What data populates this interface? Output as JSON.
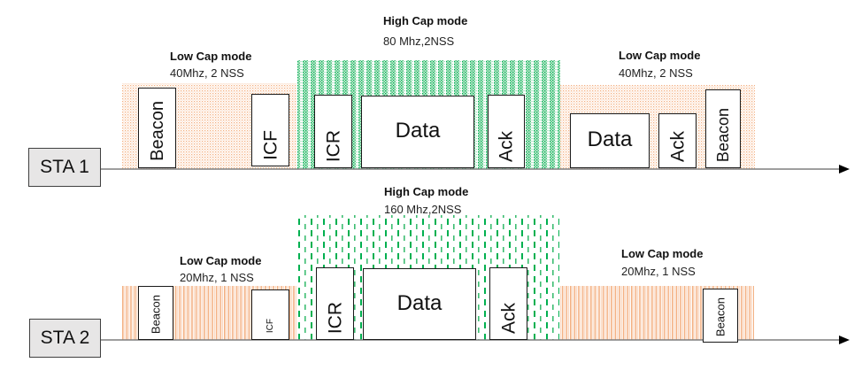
{
  "colors": {
    "low_cap_pattern": "#f4b183",
    "high_cap_pattern": "#00b050",
    "station_fill": "#e7e6e6",
    "axis": "#7f7f7f"
  },
  "stations": [
    {
      "label": "STA 1",
      "modes": [
        {
          "title": "Low Cap mode",
          "detail": "40Mhz, 2 NSS",
          "pattern": "orange-dots"
        },
        {
          "title": "High Cap mode",
          "detail": "80 Mhz,2NSS",
          "pattern": "green-dots"
        },
        {
          "title": "Low Cap mode",
          "detail": "40Mhz, 2 NSS",
          "pattern": "orange-dots"
        }
      ],
      "frames": [
        {
          "label": "Beacon"
        },
        {
          "label": "ICF"
        },
        {
          "label": "ICR"
        },
        {
          "label": "Data"
        },
        {
          "label": "Ack"
        },
        {
          "label": "Data"
        },
        {
          "label": "Ack"
        },
        {
          "label": "Beacon"
        }
      ]
    },
    {
      "label": "STA 2",
      "modes": [
        {
          "title": "Low Cap mode",
          "detail": "20Mhz, 1 NSS",
          "pattern": "orange-stripes"
        },
        {
          "title": "High Cap mode",
          "detail": "160 Mhz,2NSS",
          "pattern": "green-dashes"
        },
        {
          "title": "Low Cap mode",
          "detail": "20Mhz, 1 NSS",
          "pattern": "orange-stripes"
        }
      ],
      "frames": [
        {
          "label": "Beacon"
        },
        {
          "label": "ICF"
        },
        {
          "label": "ICR"
        },
        {
          "label": "Data"
        },
        {
          "label": "Ack"
        },
        {
          "label": "Beacon"
        }
      ]
    }
  ]
}
